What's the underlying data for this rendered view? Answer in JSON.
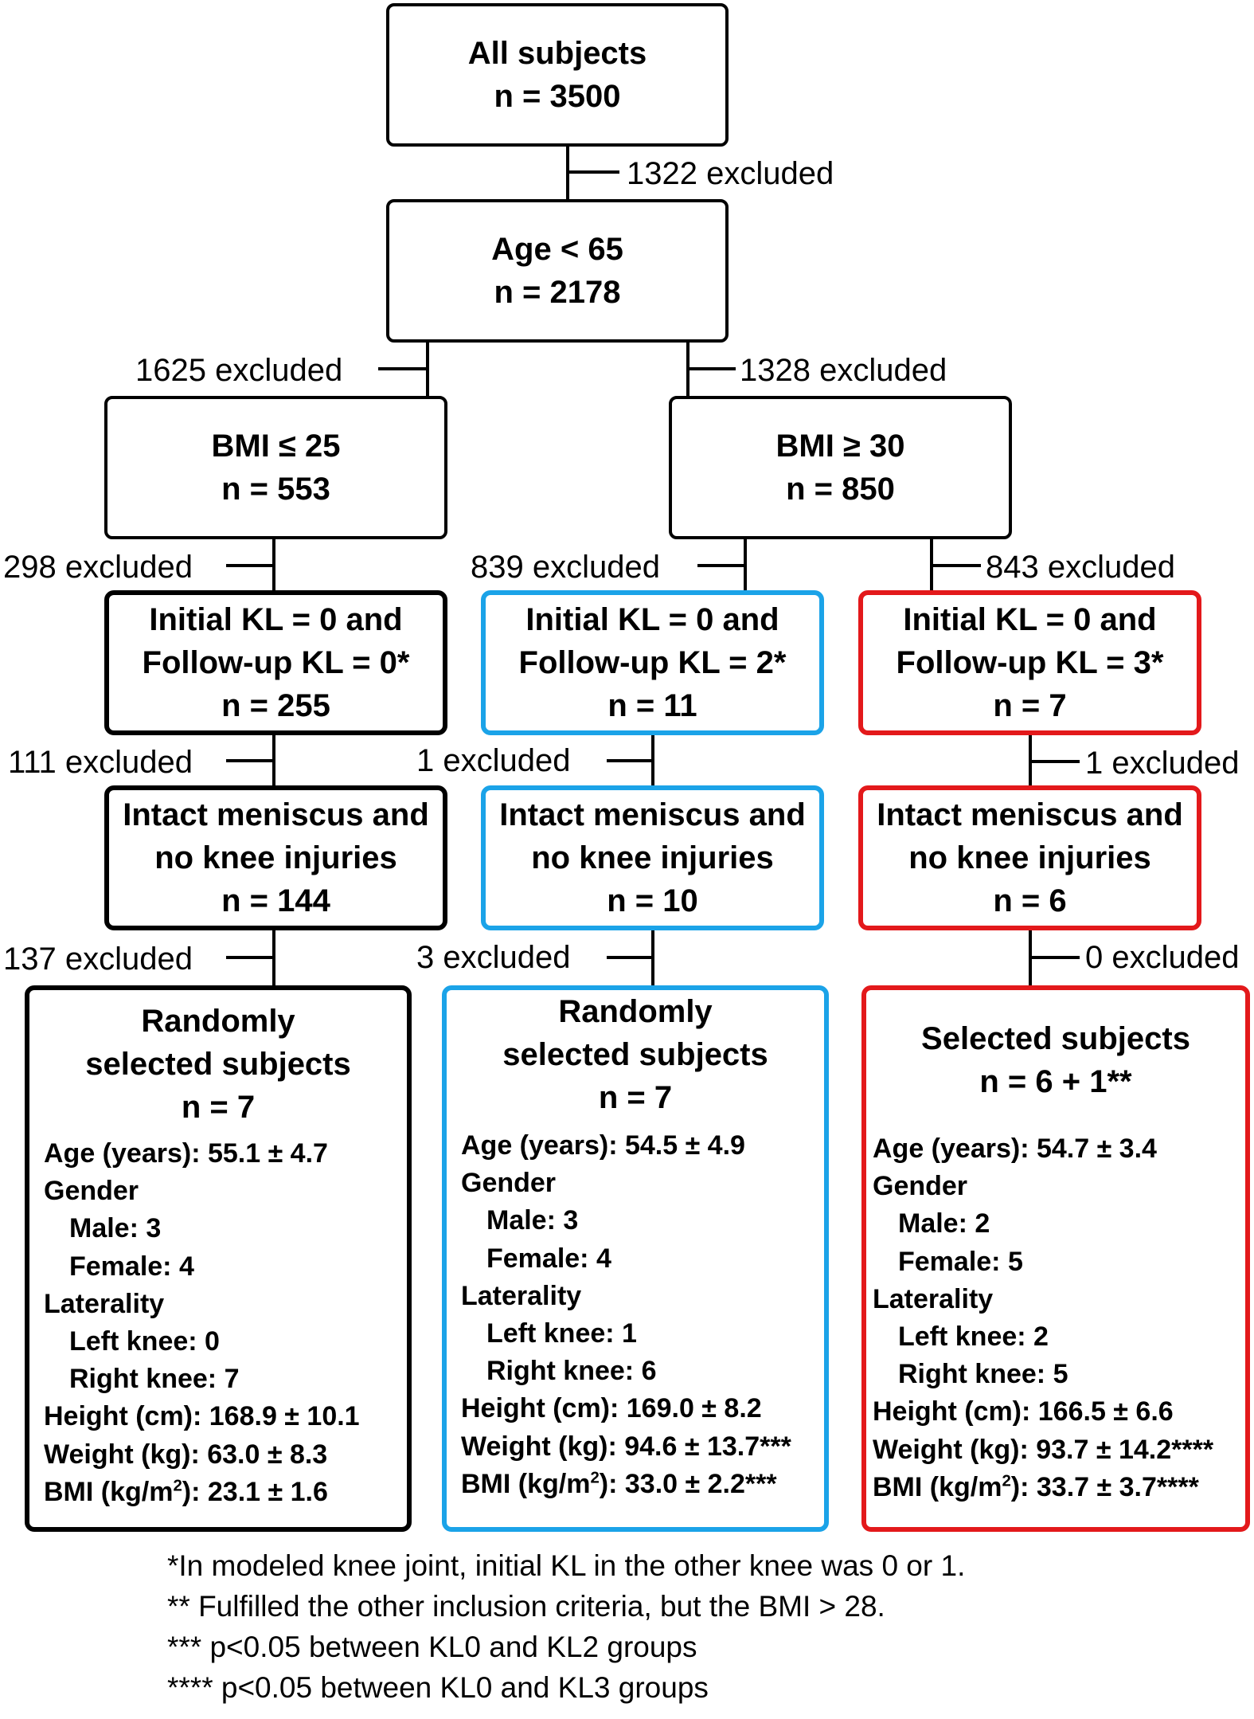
{
  "top": {
    "title": "All subjects",
    "n": "n = 3500"
  },
  "age": {
    "title": "Age < 65",
    "n": "n = 2178"
  },
  "excluded": {
    "e1322": "1322 excluded",
    "e1625": "1625 excluded",
    "e1328": "1328 excluded",
    "e298": "298 excluded",
    "e839": "839 excluded",
    "e843": "843 excluded",
    "e111": "111 excluded",
    "e1a": "1 excluded",
    "e1b": "1 excluded",
    "e137": "137 excluded",
    "e3": "3 excluded",
    "e0": "0 excluded"
  },
  "bmi_low": {
    "title": "BMI ≤ 25",
    "n": "n = 553"
  },
  "bmi_high": {
    "title": "BMI ≥ 30",
    "n": "n = 850"
  },
  "kl": [
    {
      "line1": "Initial KL = 0 and",
      "line2": "Follow-up KL = 0*",
      "n": "n = 255"
    },
    {
      "line1": "Initial KL = 0 and",
      "line2": "Follow-up KL = 2*",
      "n": "n = 11"
    },
    {
      "line1": "Initial KL = 0 and",
      "line2": "Follow-up KL = 3*",
      "n": "n = 7"
    }
  ],
  "meniscus": [
    {
      "line1": "Intact meniscus and",
      "line2": "no knee injuries",
      "n": "n = 144"
    },
    {
      "line1": "Intact meniscus and",
      "line2": "no knee injuries",
      "n": "n = 10"
    },
    {
      "line1": "Intact meniscus and",
      "line2": "no knee injuries",
      "n": "n = 6"
    }
  ],
  "final": [
    {
      "title1": "Randomly",
      "title2": "selected subjects",
      "n": "n = 7",
      "age": "Age (years): 55.1 ± 4.7",
      "gender": "Gender",
      "male": "Male: 3",
      "female": "Female: 4",
      "laterality": "Laterality",
      "left": "Left knee: 0",
      "right": "Right knee: 7",
      "height": "Height (cm): 168.9 ± 10.1",
      "weight": "Weight (kg): 63.0 ± 8.3",
      "bmi_pre": "BMI (kg/m",
      "bmi_sup": "2",
      "bmi_post": "): 23.1 ± 1.6"
    },
    {
      "title1": "Randomly",
      "title2": "selected subjects",
      "n": "n = 7",
      "age": "Age (years): 54.5 ± 4.9",
      "gender": "Gender",
      "male": "Male: 3",
      "female": "Female: 4",
      "laterality": "Laterality",
      "left": "Left knee: 1",
      "right": "Right knee: 6",
      "height": "Height (cm): 169.0 ± 8.2",
      "weight": "Weight (kg): 94.6 ± 13.7***",
      "bmi_pre": "BMI (kg/m",
      "bmi_sup": "2",
      "bmi_post": "): 33.0 ± 2.2***"
    },
    {
      "title1": "Selected subjects",
      "n": "n = 6 + 1**",
      "age": "Age (years): 54.7 ± 3.4",
      "gender": "Gender",
      "male": "Male: 2",
      "female": "Female: 5",
      "laterality": "Laterality",
      "left": "Left knee: 2",
      "right": "Right knee: 5",
      "height": "Height (cm): 166.5 ± 6.6",
      "weight": "Weight (kg): 93.7 ± 14.2****",
      "bmi_pre": "BMI (kg/m",
      "bmi_sup": "2",
      "bmi_post": "): 33.7 ± 3.7****"
    }
  ],
  "footnotes": [
    "*In modeled knee joint, initial KL in the other knee was 0 or 1.",
    "** Fulfilled the other inclusion criteria, but the BMI > 28.",
    "*** p<0.05 between KL0 and KL2 groups",
    "**** p<0.05 between KL0 and KL3 groups"
  ],
  "colors": {
    "black": "#000000",
    "blue": "#1ba3e8",
    "red": "#e3191b"
  }
}
